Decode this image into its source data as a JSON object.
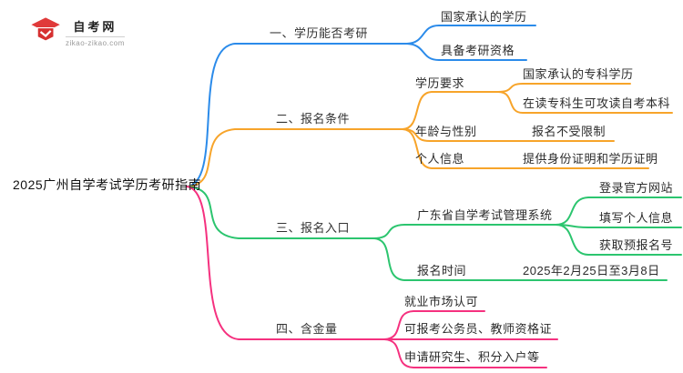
{
  "logo": {
    "name": "自考网",
    "domain": "zikao-zikao.com"
  },
  "root": {
    "label": "2025广州自学考试学历考研指南"
  },
  "branches": [
    {
      "label": "一、学历能否考研",
      "color": "#2b8bea",
      "children": [
        {
          "label": "国家承认的学历"
        },
        {
          "label": "具备考研资格"
        }
      ]
    },
    {
      "label": "二、报名条件",
      "color": "#f7a42a",
      "children": [
        {
          "label": "学历要求",
          "children": [
            {
              "label": "国家承认的专科学历"
            },
            {
              "label": "在读专科生可攻读自考本科"
            }
          ]
        },
        {
          "label": "年龄与性别",
          "children": [
            {
              "label": "报名不受限制"
            }
          ]
        },
        {
          "label": "个人信息",
          "children": [
            {
              "label": "提供身份证明和学历证明"
            }
          ]
        }
      ]
    },
    {
      "label": "三、报名入口",
      "color": "#2cc56f",
      "children": [
        {
          "label": "广东省自学考试管理系统",
          "children": [
            {
              "label": "登录官方网站"
            },
            {
              "label": "填写个人信息"
            },
            {
              "label": "获取预报名号"
            }
          ]
        },
        {
          "label": "报名时间",
          "children": [
            {
              "label": "2025年2月25日至3月8日"
            }
          ]
        }
      ]
    },
    {
      "label": "四、含金量",
      "color": "#f5317f",
      "children": [
        {
          "label": "就业市场认可"
        },
        {
          "label": "可报考公务员、教师资格证"
        },
        {
          "label": "申请研究生、积分入户等"
        }
      ]
    }
  ]
}
